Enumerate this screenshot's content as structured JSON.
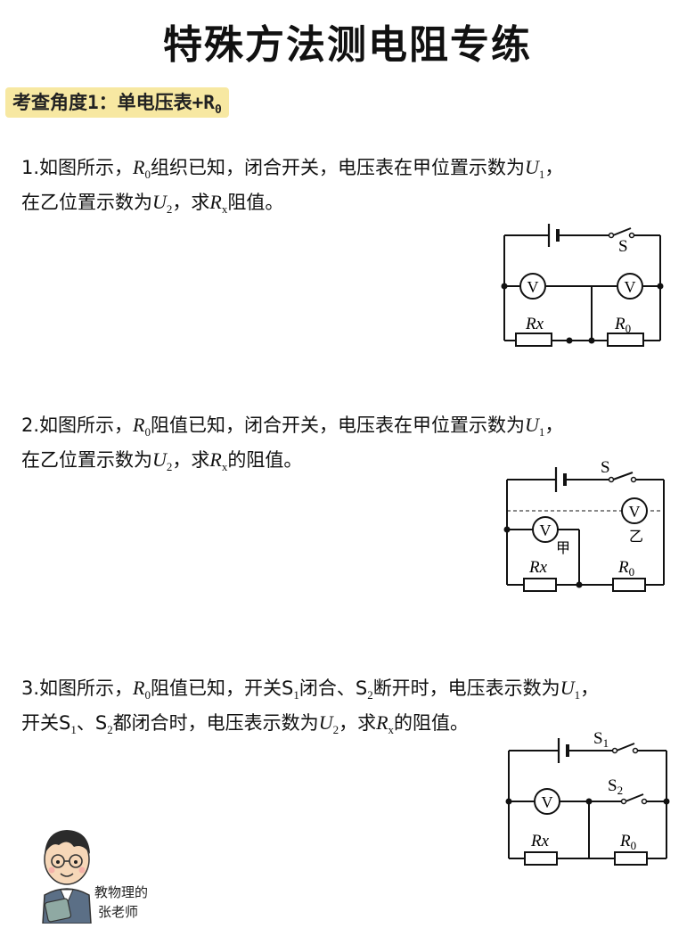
{
  "title": "特殊方法测电阻专练",
  "section_tag": {
    "text": "考查角度1：单电压表+R",
    "sub": "0"
  },
  "questions": [
    {
      "number": "1.",
      "parts": [
        "如图所示，",
        "R",
        "0",
        "组织已知，闭合开关，电压表在甲位置示数为",
        "U",
        "1",
        "，",
        "在乙位置示数为",
        "U",
        "2",
        "，求",
        "R",
        "x",
        "阻值。"
      ]
    },
    {
      "number": "2.",
      "parts": [
        "如图所示，",
        "R",
        "0",
        "阻值已知，闭合开关，电压表在甲位置示数为",
        "U",
        "1",
        "，",
        "在乙位置示数为",
        "U",
        "2",
        "，求",
        "R",
        "x",
        "的阻值。"
      ]
    },
    {
      "number": "3.",
      "parts": [
        "如图所示，",
        "R",
        "0",
        "阻值已知，开关S",
        "1",
        "闭合、S",
        "2",
        "断开时，电压表示数为",
        "U",
        "1",
        "，",
        "开关S",
        "1",
        "、S",
        "2",
        "都闭合时，电压表示数为",
        "U",
        "2",
        "，求",
        "R",
        "x",
        "的阻值。"
      ]
    }
  ],
  "circuits": {
    "c1": {
      "switch": "S",
      "meter_left": "V",
      "meter_right": "V",
      "res_left": "Rx",
      "res_right": "R",
      "res_right_sub": "0"
    },
    "c2": {
      "switch": "S",
      "meter_left": "V",
      "meter_right": "V",
      "pos_left": "甲",
      "pos_right": "乙",
      "res_left": "Rx",
      "res_right": "R",
      "res_right_sub": "0"
    },
    "c3": {
      "switch1": "S",
      "switch1_sub": "1",
      "switch2": "S",
      "switch2_sub": "2",
      "meter": "V",
      "res_left": "Rx",
      "res_right": "R",
      "res_right_sub": "0"
    }
  },
  "brand": {
    "line1": "教物理的",
    "line2": "张老师"
  }
}
